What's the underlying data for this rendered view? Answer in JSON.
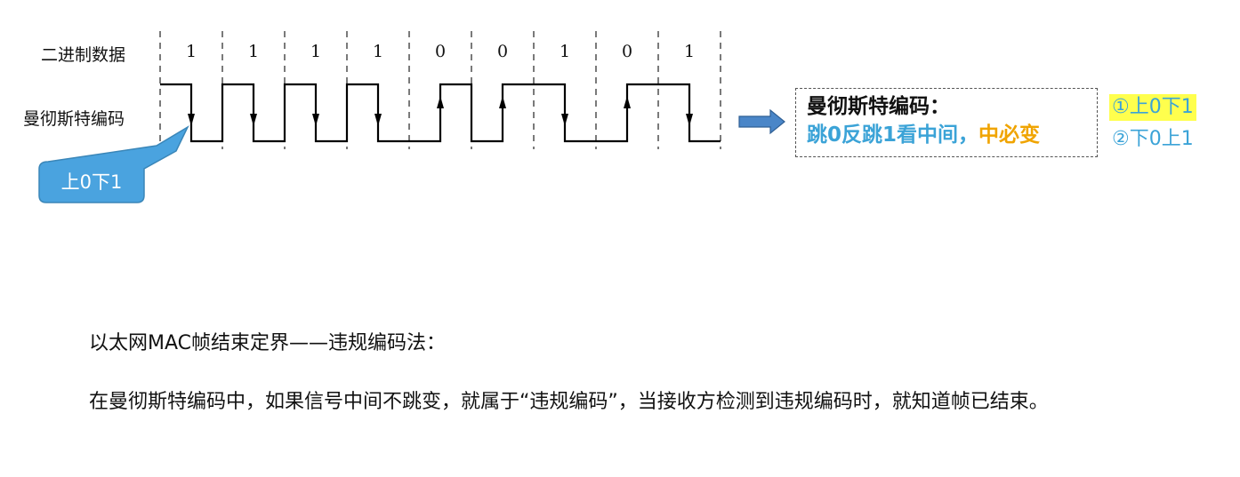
{
  "diagram": {
    "row_binary_label": "二进制数据",
    "row_manchester_label": "曼彻斯特编码",
    "bits": [
      "1",
      "1",
      "1",
      "1",
      "0",
      "0",
      "1",
      "0",
      "1"
    ],
    "callout_text": "上0下1"
  },
  "rule_box": {
    "title": "曼彻斯特编码：",
    "line_blue": "跳0反跳1看中间，",
    "line_orange": "中必变"
  },
  "options": {
    "option1": "①上0下1",
    "option2": "②下0上1"
  },
  "paragraph": {
    "title": "以太网MAC帧结束定界——违规编码法：",
    "body": "在曼彻斯特编码中，如果信号中间不跳变，就属于“违规编码”，当接收方检测到违规编码时，就知道帧已结束。"
  },
  "colors": {
    "callout_fill": "#4aa3df",
    "arrow_fill": "#4a86c8",
    "highlight_yellow": "#ffff4d",
    "text_blue": "#3ba3d7",
    "text_orange": "#f0a400"
  }
}
